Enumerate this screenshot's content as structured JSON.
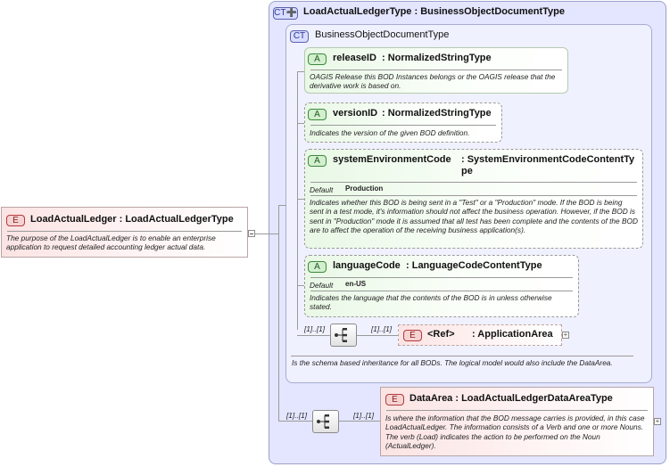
{
  "root_element": {
    "badge": "E",
    "title": "LoadActualLedger : LoadActualLedgerType",
    "doc": "The purpose of the LoadActualLedger is to enable an enterprise application to request detailed accounting ledger actual data."
  },
  "outer_type": {
    "badge": "CT",
    "title": "LoadActualLedgerType : BusinessObjectDocumentType"
  },
  "base_type": {
    "badge": "CT",
    "title": "BusinessObjectDocumentType",
    "doc": "Is the schema based inheritance for all BODs. The logical model would also include the DataArea."
  },
  "attributes": [
    {
      "badge": "A",
      "name": "releaseID",
      "type": ": NormalizedStringType",
      "doc": "OAGIS Release this BOD Instances belongs or the OAGIS release that the derivative work is based on."
    },
    {
      "badge": "A",
      "name": "versionID",
      "type": ": NormalizedStringType",
      "doc": "Indicates the version of the given BOD definition."
    },
    {
      "badge": "A",
      "name": "systemEnvironmentCode",
      "type": ": SystemEnvironmentCodeContentType",
      "default_label": "Default",
      "default_value": "Production",
      "doc": "Indicates whether this BOD is being sent in a \"Test\" or a \"Production\" mode. If the BOD is being sent in a test mode, it's information should not affect the business operation. However, if the BOD is sent in \"Production\" mode it is assumed that all test has been complete and the contents of the BOD are to affect the operation of the receiving business application(s)."
    },
    {
      "badge": "A",
      "name": "languageCode",
      "type": ": LanguageCodeContentType",
      "default_label": "Default",
      "default_value": "en-US",
      "doc": "Indicates the language that the contents of the BOD is in unless otherwise stated."
    }
  ],
  "application_area": {
    "badge": "E",
    "ref": "<Ref>",
    "type": ": ApplicationArea",
    "mult_seq": "[1]..[1]",
    "mult_elem": "[1]..[1]"
  },
  "data_area": {
    "badge": "E",
    "title": "DataArea : LoadActualLedgerDataAreaType",
    "doc": "Is where the information that the BOD message carries is provided, in this case LoadActualLedger. The information consists of a Verb and one or more Nouns. The verb (Load) indicates the action to be performed on the Noun (ActualLedger).",
    "mult_seq": "[1]..[1]",
    "mult_elem": "[1]..[1]"
  },
  "icons": {
    "sequence": "sequence-compositor-icon",
    "expand": "plus-expand-icon",
    "collapse": "minus-collapse-icon",
    "ct_extension": "complex-type-extension-icon"
  },
  "colors": {
    "element_fill": "#fbe3e3",
    "attribute_fill": "#e9f8e6",
    "complex_type_fill": "#e4e6ff",
    "element_badge": "#f5d3d3",
    "attribute_badge": "#d3efcf",
    "complex_type_badge": "#d8dcff"
  }
}
